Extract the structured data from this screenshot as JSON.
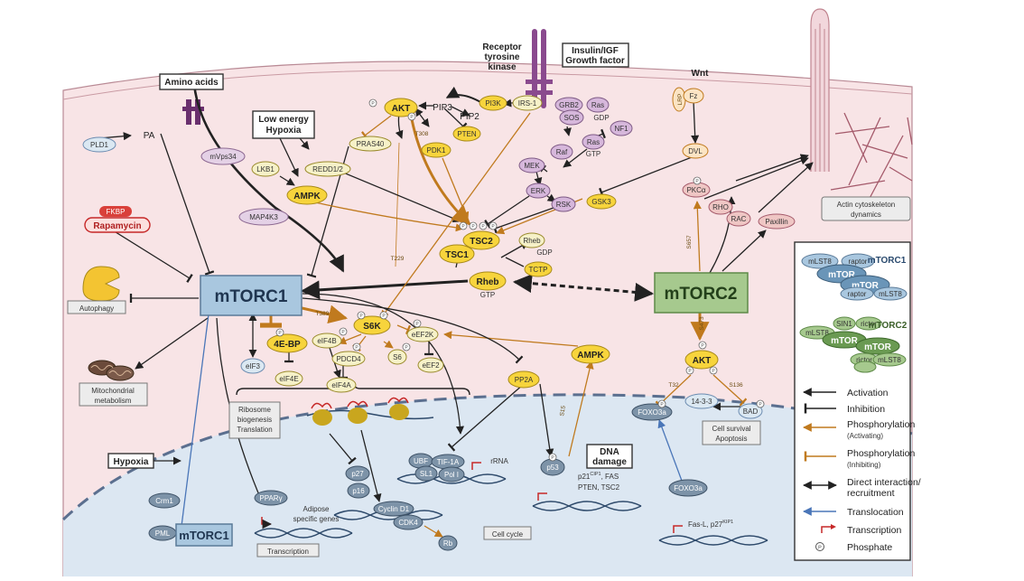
{
  "inputs": {
    "amino_acids": "Amino acids",
    "low_energy": "Low energy",
    "hypoxia_top": "Hypoxia",
    "receptor": [
      "Receptor",
      "tyrosine",
      "kinase"
    ],
    "insulin": [
      "Insulin/IGF",
      "Growth factor"
    ],
    "wnt": "Wnt",
    "dna_damage": [
      "DNA",
      "damage"
    ],
    "hypoxia_side": "Hypoxia"
  },
  "nodes": {
    "pld1": "PLD1",
    "pa": "PA",
    "mvps34": "mVps34",
    "lkb1": "LKB1",
    "redd": "REDD1/2",
    "pras40": "PRAS40",
    "ampk": "AMPK",
    "map4k3": "MAP4K3",
    "fkbp": "FKBP",
    "rapamycin": "Rapamycin",
    "akt": "AKT",
    "pip3": "PIP3",
    "pip2": "PIP2",
    "pi3k": "PI3K",
    "irs1": "IRS-1",
    "pten": "PTEN",
    "pdk1": "PDK1",
    "t308": "T308",
    "grb2": "GRB2",
    "sos": "SOS",
    "ras_top": "Ras",
    "gdp_top": "GDP",
    "nf1": "NF1",
    "ras": "Ras",
    "gtp_ras": "GTP",
    "raf": "Raf",
    "mek": "MEK",
    "erk": "ERK",
    "rsk": "RSK",
    "tsc2": "TSC2",
    "tsc1": "TSC1",
    "rheb_gdp": "Rheb",
    "gdp": "GDP",
    "tctp": "TCTP",
    "rheb": "Rheb",
    "gtp": "GTP",
    "t229": "T229",
    "gsk3": "GSK3",
    "lrp": "LRP",
    "fz": "Fz",
    "dvl": "DVL",
    "pkca": "PKCα",
    "rho": "RHO",
    "rac": "RAC",
    "paxillin": "Paxillin",
    "actin": [
      "Actin cytoskeleton",
      "dynamics"
    ],
    "s657": "S657",
    "mtorc1": "mTORC1",
    "mtorc2": "mTORC2",
    "autophagy": "Autophagy",
    "mito": [
      "Mitochondrial",
      "metabolism"
    ],
    "t389": "T389",
    "s6k": "S6K",
    "ebp": "4E-BP",
    "eif4b": "eIF4B",
    "eef2k": "eEF2K",
    "eif3": "eIF3",
    "eif4e": "eIF4E",
    "pdcd4": "PDCD4",
    "s6": "S6",
    "eef2": "eEF2",
    "eif4a": "eIF4A",
    "ribosome": [
      "Ribosome",
      "biogenesis",
      "Translation"
    ],
    "pp2a": "PP2A",
    "ampk2": "AMPK",
    "s473": "S473",
    "akt2": "AKT",
    "t32": "T32",
    "s136": "S136",
    "foxo3a": "FOXO3a",
    "p1433": "14-3-3",
    "bad": "BAD",
    "survival": [
      "Cell survival",
      "Apoptosis"
    ],
    "s15": "S15",
    "crm1": "Crm1",
    "pml": "PML",
    "mtorc1_n": "mTORC1",
    "ppar": "PPARγ",
    "adipose": [
      "Adipose",
      "specific genes"
    ],
    "transcription": "Transcription",
    "p27": "p27",
    "p16": "p16",
    "cyclind1": "Cyclin D1",
    "cdk4": "CDK4",
    "rb": "Rb",
    "cellcycle": "Cell cycle",
    "ubf": "UBF",
    "tif1a": "TIF-1A",
    "sl1": "SL1",
    "pol1": "Pol I",
    "rrna": "rRNA",
    "p53": "p53",
    "p21": "p21",
    "cip1": "CIP1",
    "fas": ", FAS",
    "pten_tsc2": "PTEN, TSC2",
    "foxo3a_n": "FOXO3a",
    "fasl": "Fas-L, p27",
    "kip1": "KIP1",
    "phos": "P"
  },
  "legend": {
    "mtorc1_label": "mTORC1",
    "mtorc2_label": "mTORC2",
    "c1": {
      "mlst8": "mLST8",
      "raptor": "raptor",
      "mtor": "mTOR"
    },
    "c2": {
      "sin1": "SIN1",
      "rictor": "rictor",
      "mlst8": "mLST8",
      "mtor": "mTOR"
    },
    "items": [
      "Activation",
      "Inhibition",
      "Phosphorylation",
      "(Activating)",
      "Phosphorylation",
      "(Inhibiting)",
      "Direct interaction/",
      "recruitment",
      "Translocation",
      "Transcription",
      "Phosphate"
    ]
  },
  "colors": {
    "cell": "#f8e4e6",
    "nucleus": "#dce7f2",
    "yellow": "#f7d43c",
    "mtorc1": "#a9c7df",
    "mtorc2": "#a6c98e",
    "purple": "#d6b7db",
    "orange": "#c07a1e",
    "blue": "#4a76b8",
    "red": "#c62828"
  }
}
